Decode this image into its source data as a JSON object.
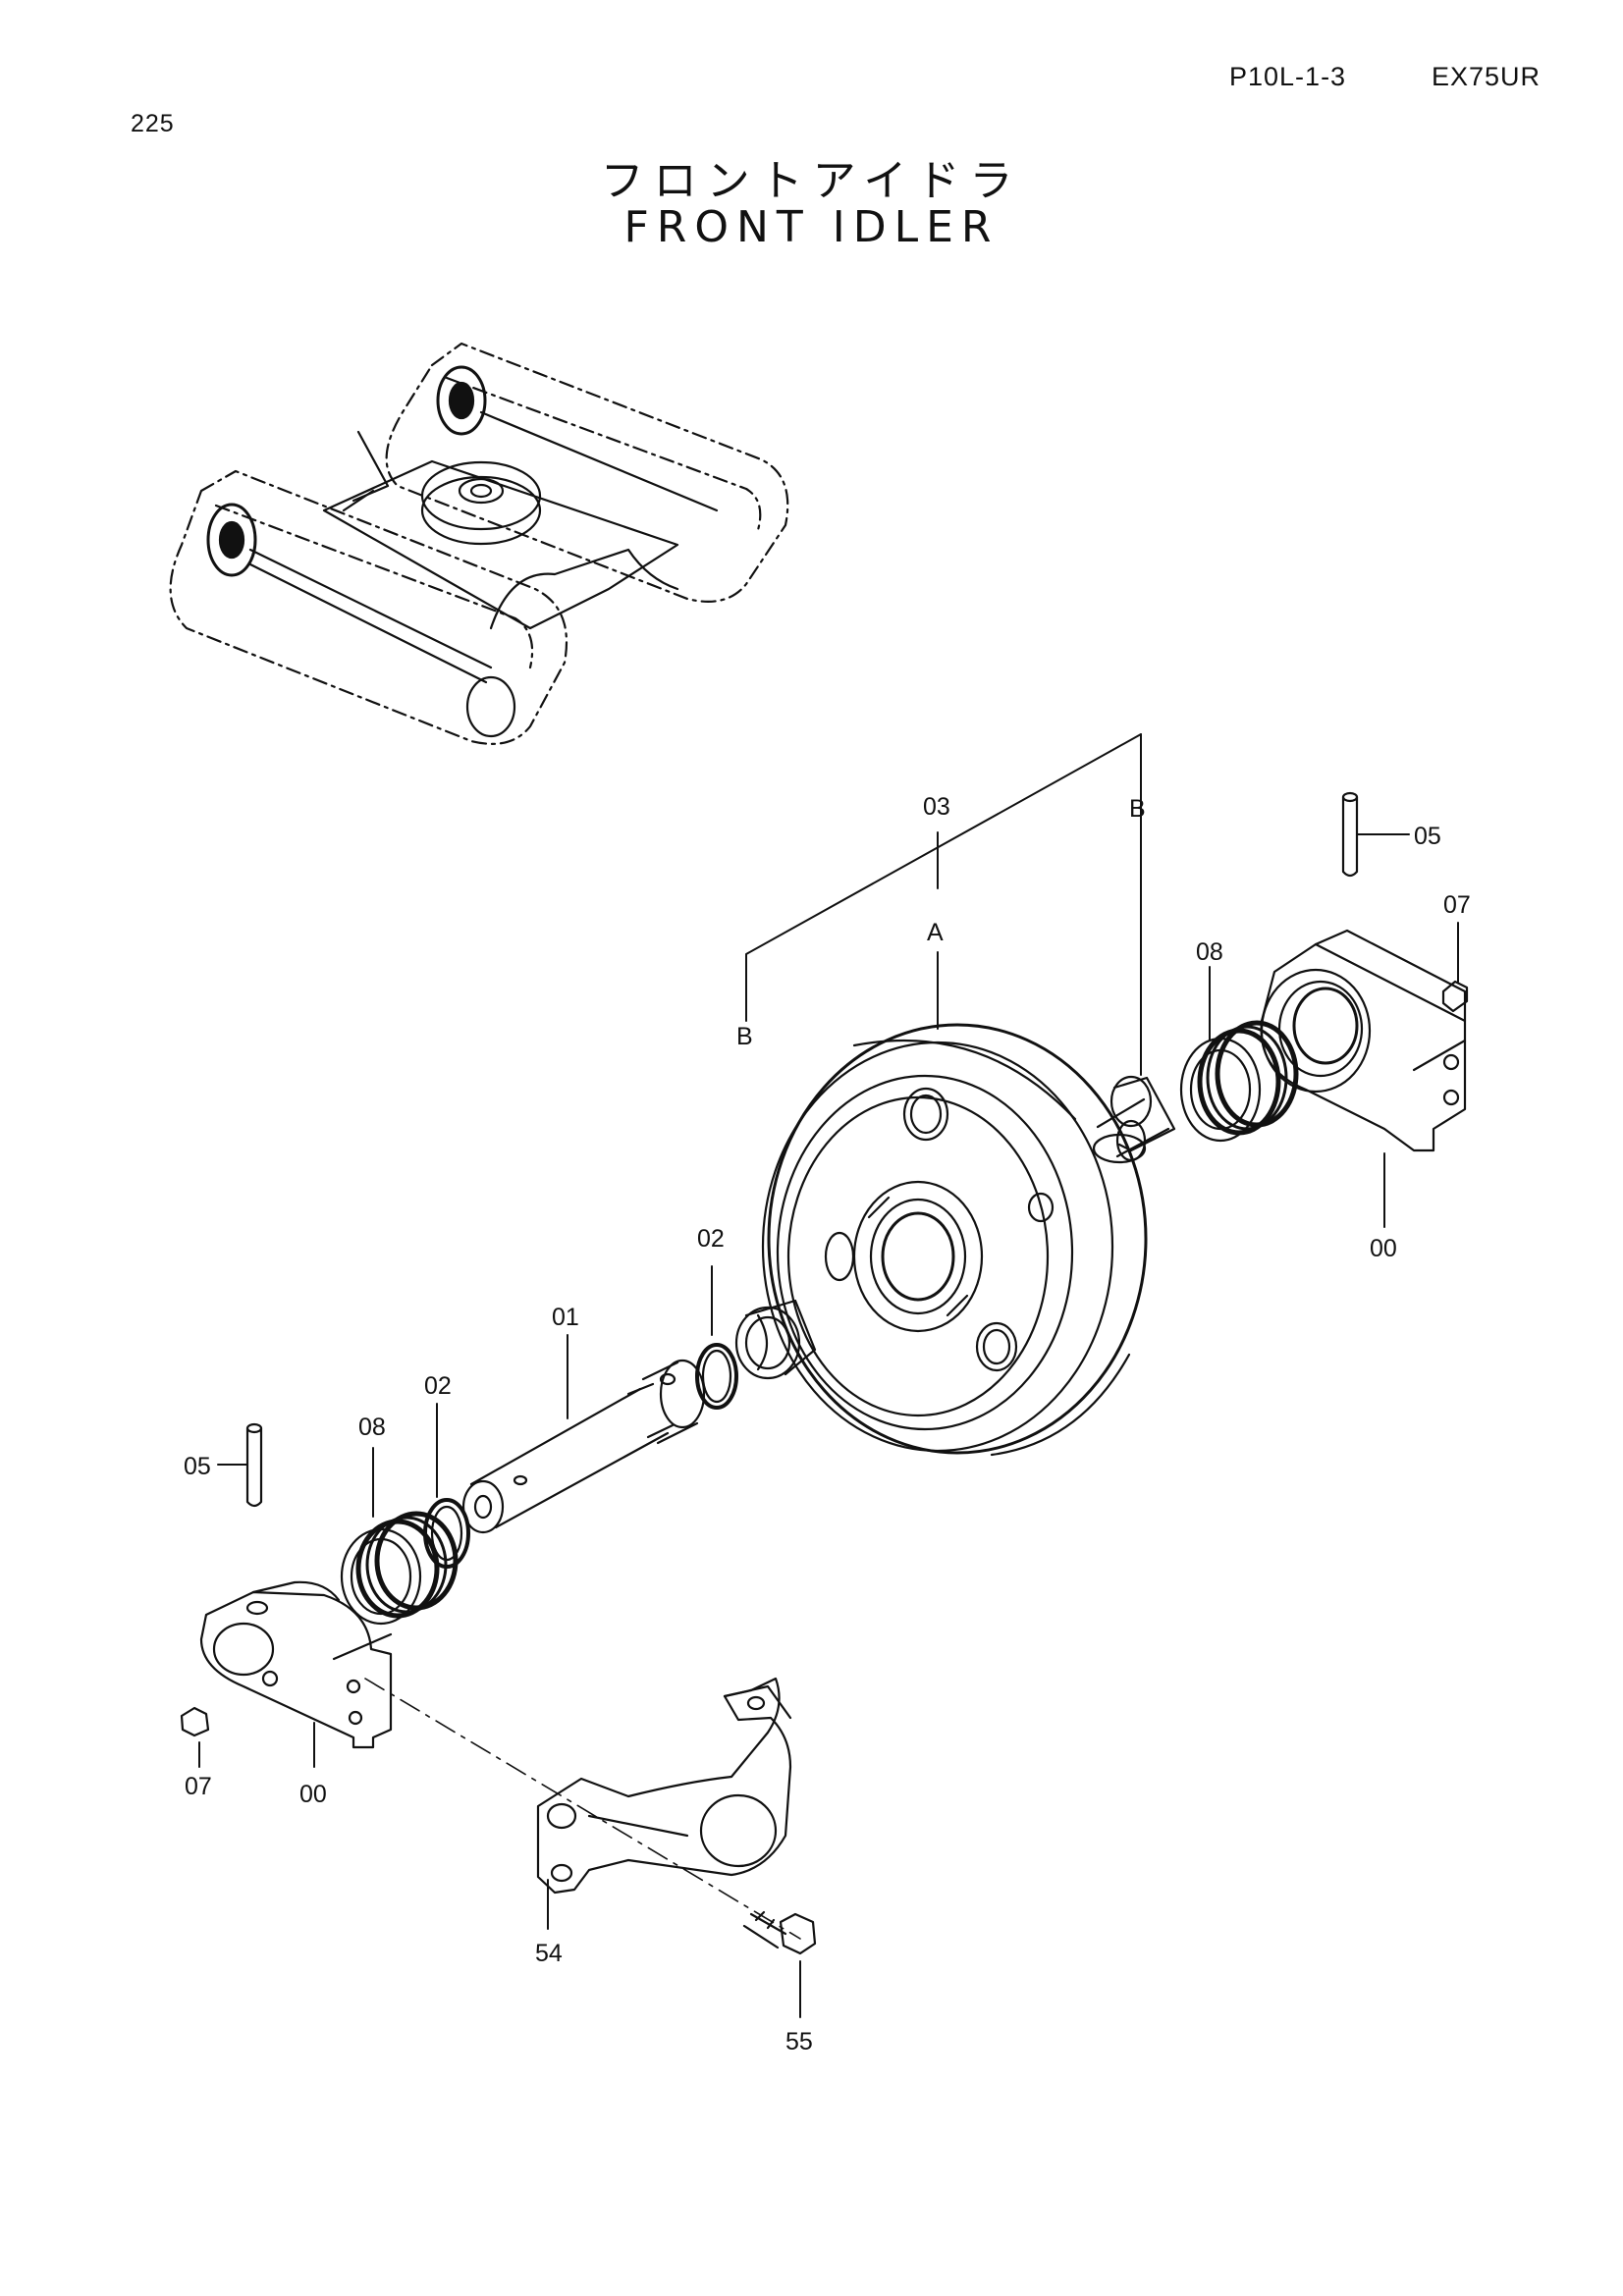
{
  "header": {
    "page_number": "225",
    "section_code": "P10L-1-3",
    "model": "EX75UR"
  },
  "title": {
    "japanese": "フロントアイドラ",
    "english": "FRONT  IDLER"
  },
  "callouts": {
    "p03": "03",
    "pA": "A",
    "pB_right": "B",
    "pB_left": "B",
    "p05_right": "05",
    "p07_right": "07",
    "p08_right": "08",
    "p00_right": "00",
    "p02_upper": "02",
    "p01": "01",
    "p02_lower": "02",
    "p08_left": "08",
    "p05_left": "05",
    "p07_left": "07",
    "p00_left": "00",
    "p54": "54",
    "p55": "55"
  },
  "colors": {
    "line": "#111111",
    "background": "#ffffff"
  }
}
